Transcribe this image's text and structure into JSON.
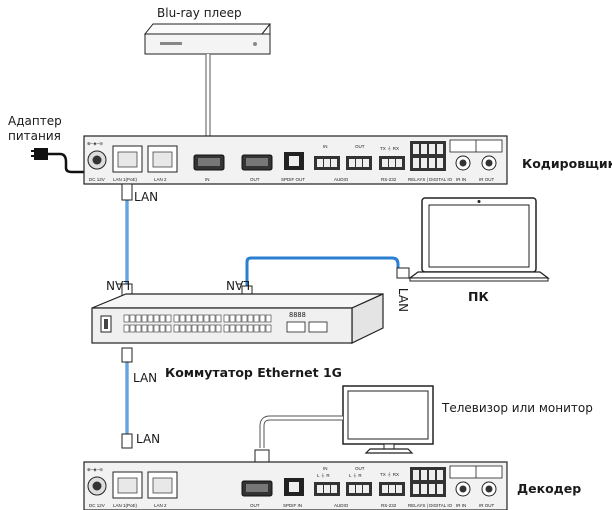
{
  "devices": {
    "bluray": "Blu-ray плеер",
    "power_adapter_line1": "Адаптер",
    "power_adapter_line2": "питания",
    "encoder": "Кодировщик",
    "pc": "ПК",
    "switch": "Коммутатор Ethernet 1G",
    "tv": "Телевизор или монитор",
    "decoder": "Декодер"
  },
  "cables": {
    "lan_encoder": "LAN",
    "lan_switch_left": "LAN",
    "lan_switch_right": "LAN",
    "lan_pc": "LAN",
    "lan_switch_bottom": "LAN",
    "lan_decoder": "LAN"
  },
  "encoder_panel": {
    "dc": "DC 12V",
    "lan1": "LAN 1(PoE)",
    "lan2": "LAN 2",
    "hdmi_in": "IN",
    "hdmi_out": "OUT",
    "spdif": "SPDIF OUT",
    "audio_in_header": "IN",
    "audio_out_header": "OUT",
    "audio": "AUDIO",
    "rs232_header": "TX ⏚ RX",
    "rs232": "RS-232",
    "relays": "RELAYS | DIGITAL IO",
    "ir_in": "IR IN",
    "ir_out": "IR OUT"
  },
  "decoder_panel": {
    "dc": "DC 12V",
    "lan1": "LAN 1(PoE)",
    "lan2": "LAN 2",
    "hdmi_out": "OUT",
    "spdif": "SPDIF IN",
    "audio_in_header": "IN",
    "audio_out_header": "OUT",
    "audio_lr": "L ⏚ R",
    "audio": "AUDIO",
    "rs232_header": "TX ⏚ RX",
    "rs232": "RS-232",
    "relays": "RELAYS | DIGITAL IO",
    "ir_in": "IR IN",
    "ir_out": "IR OUT"
  },
  "switch_panel": {
    "display": "8888"
  },
  "colors": {
    "lan_cable": "#2a7fd0",
    "outline": "#222222",
    "device_fill": "#f2f2f2"
  }
}
